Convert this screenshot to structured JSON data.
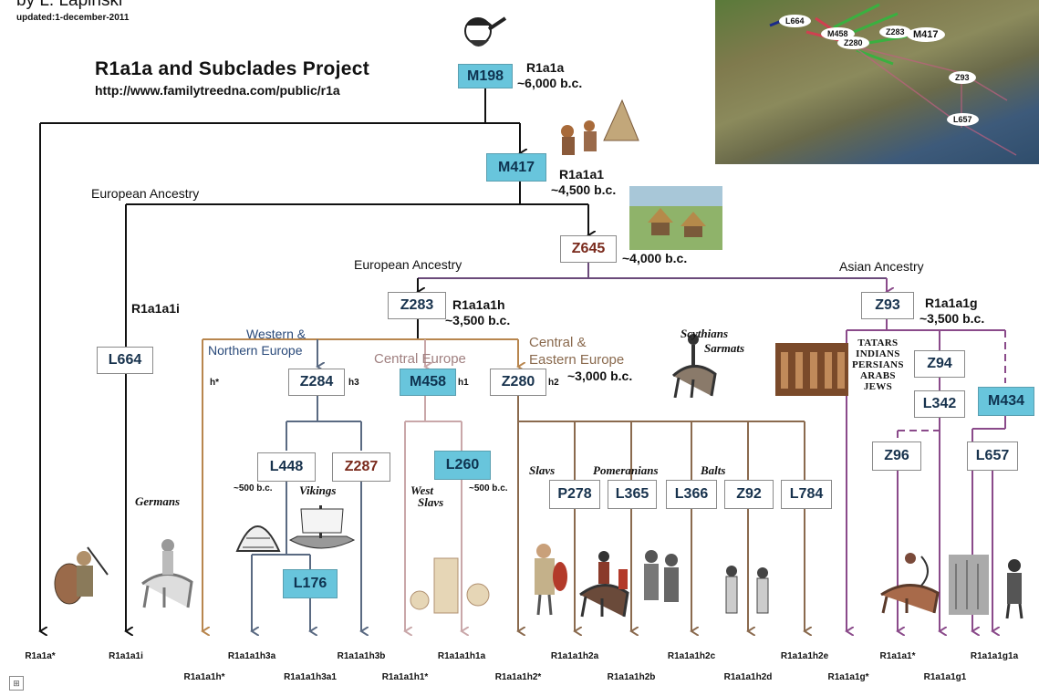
{
  "header": {
    "author": "by L. Lapinski",
    "updated": "updated:1-december-2011",
    "title": "R1a1a and Subclades Project",
    "url": "http://www.familytreedna.com/public/r1a"
  },
  "map": {
    "labels": [
      "M458",
      "Z280",
      "Z283",
      "M417",
      "Z93",
      "L657",
      "L664"
    ]
  },
  "colors": {
    "black": "#111111",
    "brown": "#b8864e",
    "slate": "#5a6a82",
    "pink": "#c9a7a9",
    "darkbrown": "#8a6a4e",
    "purple": "#8a4a8a",
    "highlight": "#68c5dc"
  },
  "nodes": {
    "m198": "M198",
    "m417": "M417",
    "z645": "Z645",
    "z283": "Z283",
    "z93": "Z93",
    "l664": "L664",
    "z284": "Z284",
    "m458": "M458",
    "z280": "Z280",
    "z94": "Z94",
    "l342": "L342",
    "m434": "M434",
    "l448": "L448",
    "z287": "Z287",
    "l260": "L260",
    "l176": "L176",
    "p278": "P278",
    "l365": "L365",
    "l366": "L366",
    "z92": "Z92",
    "l784": "L784",
    "z96": "Z96",
    "l657": "L657"
  },
  "labels": {
    "m198_name": "R1a1a",
    "m198_date": "~6,000 b.c.",
    "m417_name": "R1a1a1",
    "m417_date": "~4,500 b.c.",
    "z645_date": "~4,000 b.c.",
    "z283_name": "R1a1a1h",
    "z283_date": "~3,500 b.c.",
    "z93_name": "R1a1a1g",
    "z93_date": "~3,500 b.c.",
    "l664_name": "R1a1a1i",
    "z280_date": "~3,000 b.c.",
    "l448_date": "~500 b.c.",
    "l260_date": "~500 b.c.",
    "h_star": "h*",
    "h3": "h3",
    "h1": "h1",
    "h2": "h2"
  },
  "regions": {
    "european_ancestry_top": "European Ancestry",
    "european_ancestry": "European Ancestry",
    "asian_ancestry": "Asian Ancestry",
    "western_1": "Western &",
    "western_2": "Northern Europe",
    "central": "Central  Europe",
    "central_eastern_1": "Central &",
    "central_eastern_2": "Eastern Europe"
  },
  "peoples": {
    "germans": "Germans",
    "vikings": "Vikings",
    "west_slavs_1": "West",
    "west_slavs_2": "Slavs",
    "slavs": "Slavs",
    "pomeranians": "Pomeranians",
    "balts": "Balts",
    "scythians": "Scythians",
    "sarmats": "Sarmats",
    "asian_list": [
      "TATARS",
      "INDIANS",
      "PERSIANS",
      "ARABS",
      "JEWS"
    ]
  },
  "leaves": {
    "r1a1a_star": "R1a1a*",
    "r1a1a1i": "R1a1a1i",
    "r1a1a1h_star": "R1a1a1h*",
    "r1a1a1h3a": "R1a1a1h3a",
    "r1a1a1h3a1": "R1a1a1h3a1",
    "r1a1a1h3b": "R1a1a1h3b",
    "r1a1a1h1_star": "R1a1a1h1*",
    "r1a1a1h1a": "R1a1a1h1a",
    "r1a1a1h2_star": "R1a1a1h2*",
    "r1a1a1h2a": "R1a1a1h2a",
    "r1a1a1h2b": "R1a1a1h2b",
    "r1a1a1h2c": "R1a1a1h2c",
    "r1a1a1h2d": "R1a1a1h2d",
    "r1a1a1h2e": "R1a1a1h2e",
    "r1a1a1g_star": "R1a1a1g*",
    "r1a1a1_star": "R1a1a1*",
    "r1a1a1g1": "R1a1a1g1",
    "r1a1a1g1a": "R1a1a1g1a"
  }
}
